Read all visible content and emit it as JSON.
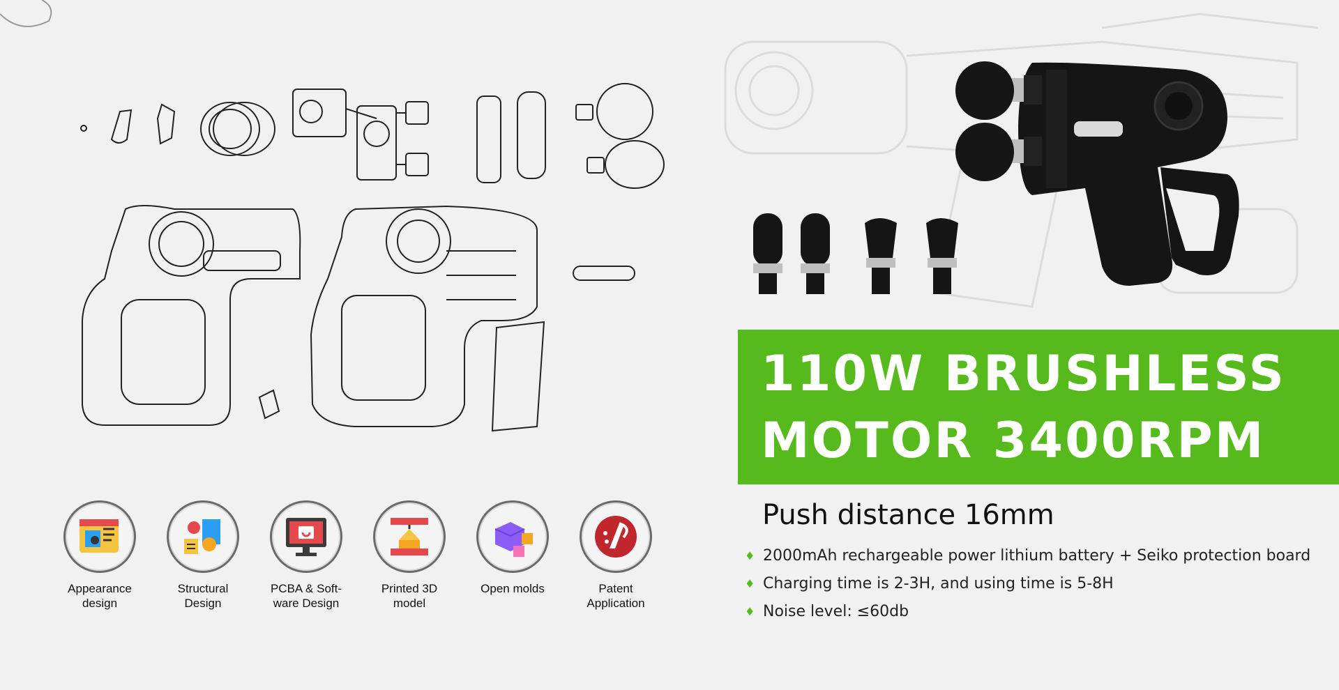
{
  "colors": {
    "accent": "#56ba1c",
    "background": "#f2f1f1",
    "text": "#111111"
  },
  "banner": {
    "line1": "110W BRUSHLESS",
    "line2": "MOTOR 3400RPM"
  },
  "subhead": "Push distance 16mm",
  "features": [
    "2000mAh rechargeable power lithium battery + Seiko protection board",
    "Charging time is 2-3H, and using time is 5-8H",
    "Noise level: ≤60db"
  ],
  "bullet_glyph": "♦",
  "services": [
    {
      "icon": "appearance-design-icon",
      "label": "Appearance\ndesign"
    },
    {
      "icon": "structural-design-icon",
      "label": "Structural\nDesign"
    },
    {
      "icon": "pcba-software-icon",
      "label": "PCBA & Soft-\nware Design"
    },
    {
      "icon": "printed-3d-model-icon",
      "label": "Printed 3D\nmodel"
    },
    {
      "icon": "open-molds-icon",
      "label": "Open molds"
    },
    {
      "icon": "patent-application-icon",
      "label": "Patent\nApplication"
    }
  ]
}
